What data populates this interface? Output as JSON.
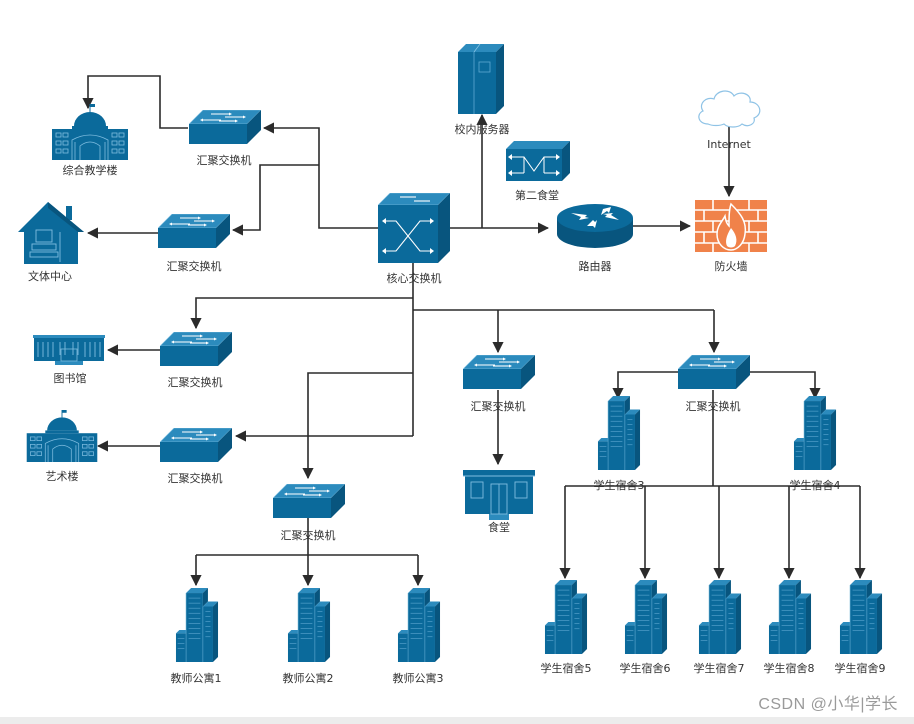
{
  "diagram": {
    "title": "校园网络拓扑图",
    "colors": {
      "device": "#0b6a9b",
      "device_dark": "#08557e",
      "device_light": "#2c8bbd",
      "line": "#2b2b2b",
      "firewall": "#f0824a",
      "cloud_stroke": "#8fc3e6"
    },
    "nodes": {
      "core_switch": {
        "label": "核心交换机",
        "icon": "core-switch-icon"
      },
      "campus_server": {
        "label": "校内服务器",
        "icon": "server-icon"
      },
      "second_canteen": {
        "label": "第二食堂",
        "icon": "switch-box-icon"
      },
      "router": {
        "label": "路由器",
        "icon": "router-icon"
      },
      "internet": {
        "label": "Internet",
        "icon": "cloud-icon"
      },
      "firewall": {
        "label": "防火墙",
        "icon": "firewall-icon"
      },
      "agg_switch_1": {
        "label": "汇聚交换机",
        "icon": "switch-icon"
      },
      "agg_switch_2": {
        "label": "汇聚交换机",
        "icon": "switch-icon"
      },
      "agg_switch_3": {
        "label": "汇聚交换机",
        "icon": "switch-icon"
      },
      "agg_switch_4": {
        "label": "汇聚交换机",
        "icon": "switch-icon"
      },
      "agg_switch_5": {
        "label": "汇聚交换机",
        "icon": "switch-icon"
      },
      "agg_switch_6": {
        "label": "汇聚交换机",
        "icon": "switch-icon"
      },
      "agg_switch_7": {
        "label": "汇聚交换机",
        "icon": "switch-icon"
      },
      "teaching_building": {
        "label": "综合教学楼",
        "icon": "government-building-icon"
      },
      "culture_center": {
        "label": "文体中心",
        "icon": "house-computer-icon"
      },
      "library": {
        "label": "图书馆",
        "icon": "library-icon"
      },
      "art_building": {
        "label": "艺术楼",
        "icon": "government-building-icon"
      },
      "canteen": {
        "label": "食堂",
        "icon": "store-icon"
      },
      "teacher_apt_1": {
        "label": "教师公寓1",
        "icon": "office-building-icon"
      },
      "teacher_apt_2": {
        "label": "教师公寓2",
        "icon": "office-building-icon"
      },
      "teacher_apt_3": {
        "label": "教师公寓3",
        "icon": "office-building-icon"
      },
      "dorm_3": {
        "label": "学生宿舍3",
        "icon": "office-building-icon"
      },
      "dorm_4": {
        "label": "学生宿舍4",
        "icon": "office-building-icon"
      },
      "dorm_5": {
        "label": "学生宿舍5",
        "icon": "office-building-icon"
      },
      "dorm_6": {
        "label": "学生宿舍6",
        "icon": "office-building-icon"
      },
      "dorm_7": {
        "label": "学生宿舍7",
        "icon": "office-building-icon"
      },
      "dorm_8": {
        "label": "学生宿舍8",
        "icon": "office-building-icon"
      },
      "dorm_9": {
        "label": "学生宿舍9",
        "icon": "office-building-icon"
      }
    },
    "edges": [
      [
        "core_switch",
        "campus_server"
      ],
      [
        "core_switch",
        "router"
      ],
      [
        "router",
        "firewall"
      ],
      [
        "internet",
        "firewall"
      ],
      [
        "core_switch",
        "agg_switch_1"
      ],
      [
        "agg_switch_1",
        "teaching_building"
      ],
      [
        "core_switch",
        "agg_switch_2"
      ],
      [
        "agg_switch_2",
        "culture_center"
      ],
      [
        "core_switch",
        "agg_switch_3"
      ],
      [
        "agg_switch_3",
        "library"
      ],
      [
        "core_switch",
        "agg_switch_4"
      ],
      [
        "agg_switch_4",
        "art_building"
      ],
      [
        "core_switch",
        "agg_switch_5"
      ],
      [
        "agg_switch_5",
        "teacher_apt_1"
      ],
      [
        "agg_switch_5",
        "teacher_apt_2"
      ],
      [
        "agg_switch_5",
        "teacher_apt_3"
      ],
      [
        "core_switch",
        "agg_switch_6"
      ],
      [
        "agg_switch_6",
        "canteen"
      ],
      [
        "core_switch",
        "agg_switch_7"
      ],
      [
        "agg_switch_7",
        "dorm_3"
      ],
      [
        "agg_switch_7",
        "dorm_4"
      ],
      [
        "agg_switch_7",
        "dorm_5"
      ],
      [
        "agg_switch_7",
        "dorm_6"
      ],
      [
        "agg_switch_7",
        "dorm_7"
      ],
      [
        "agg_switch_7",
        "dorm_8"
      ],
      [
        "agg_switch_7",
        "dorm_9"
      ]
    ]
  },
  "watermark": "CSDN @小华|学长"
}
